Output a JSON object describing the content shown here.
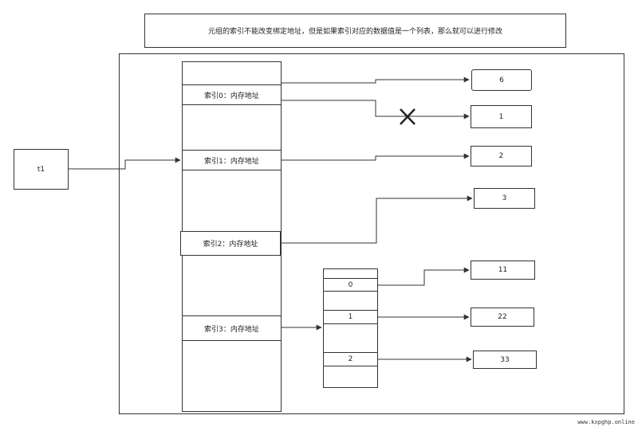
{
  "note": "元组的索引不能改变绑定地址，但是如果索引对应的数据值是一个列表，那么就可以进行修改",
  "variable": "t1",
  "tuple_slots": [
    "索引0：内存地址",
    "索引1：内存地址",
    "索引2：内存地址",
    "索引3：内存地址"
  ],
  "values": [
    "6",
    "1",
    "2",
    "3"
  ],
  "list_slots": [
    "0",
    "1",
    "2"
  ],
  "list_values": [
    "11",
    "22",
    "33"
  ],
  "watermark": "www.kxpghp.online"
}
